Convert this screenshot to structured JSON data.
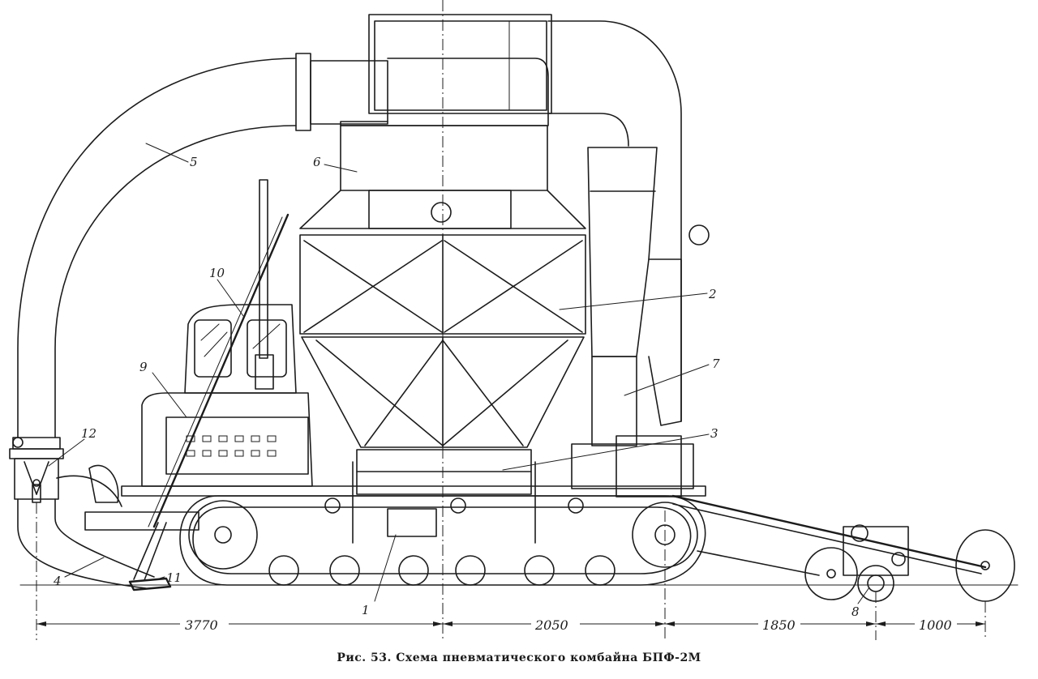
{
  "caption": "Рис. 53. Схема пневматического комбайна БПФ-2М",
  "callouts": [
    "1",
    "2",
    "3",
    "4",
    "5",
    "6",
    "7",
    "8",
    "9",
    "10",
    "11",
    "12"
  ],
  "dimensions": [
    "3770",
    "2050",
    "1850",
    "1000"
  ]
}
